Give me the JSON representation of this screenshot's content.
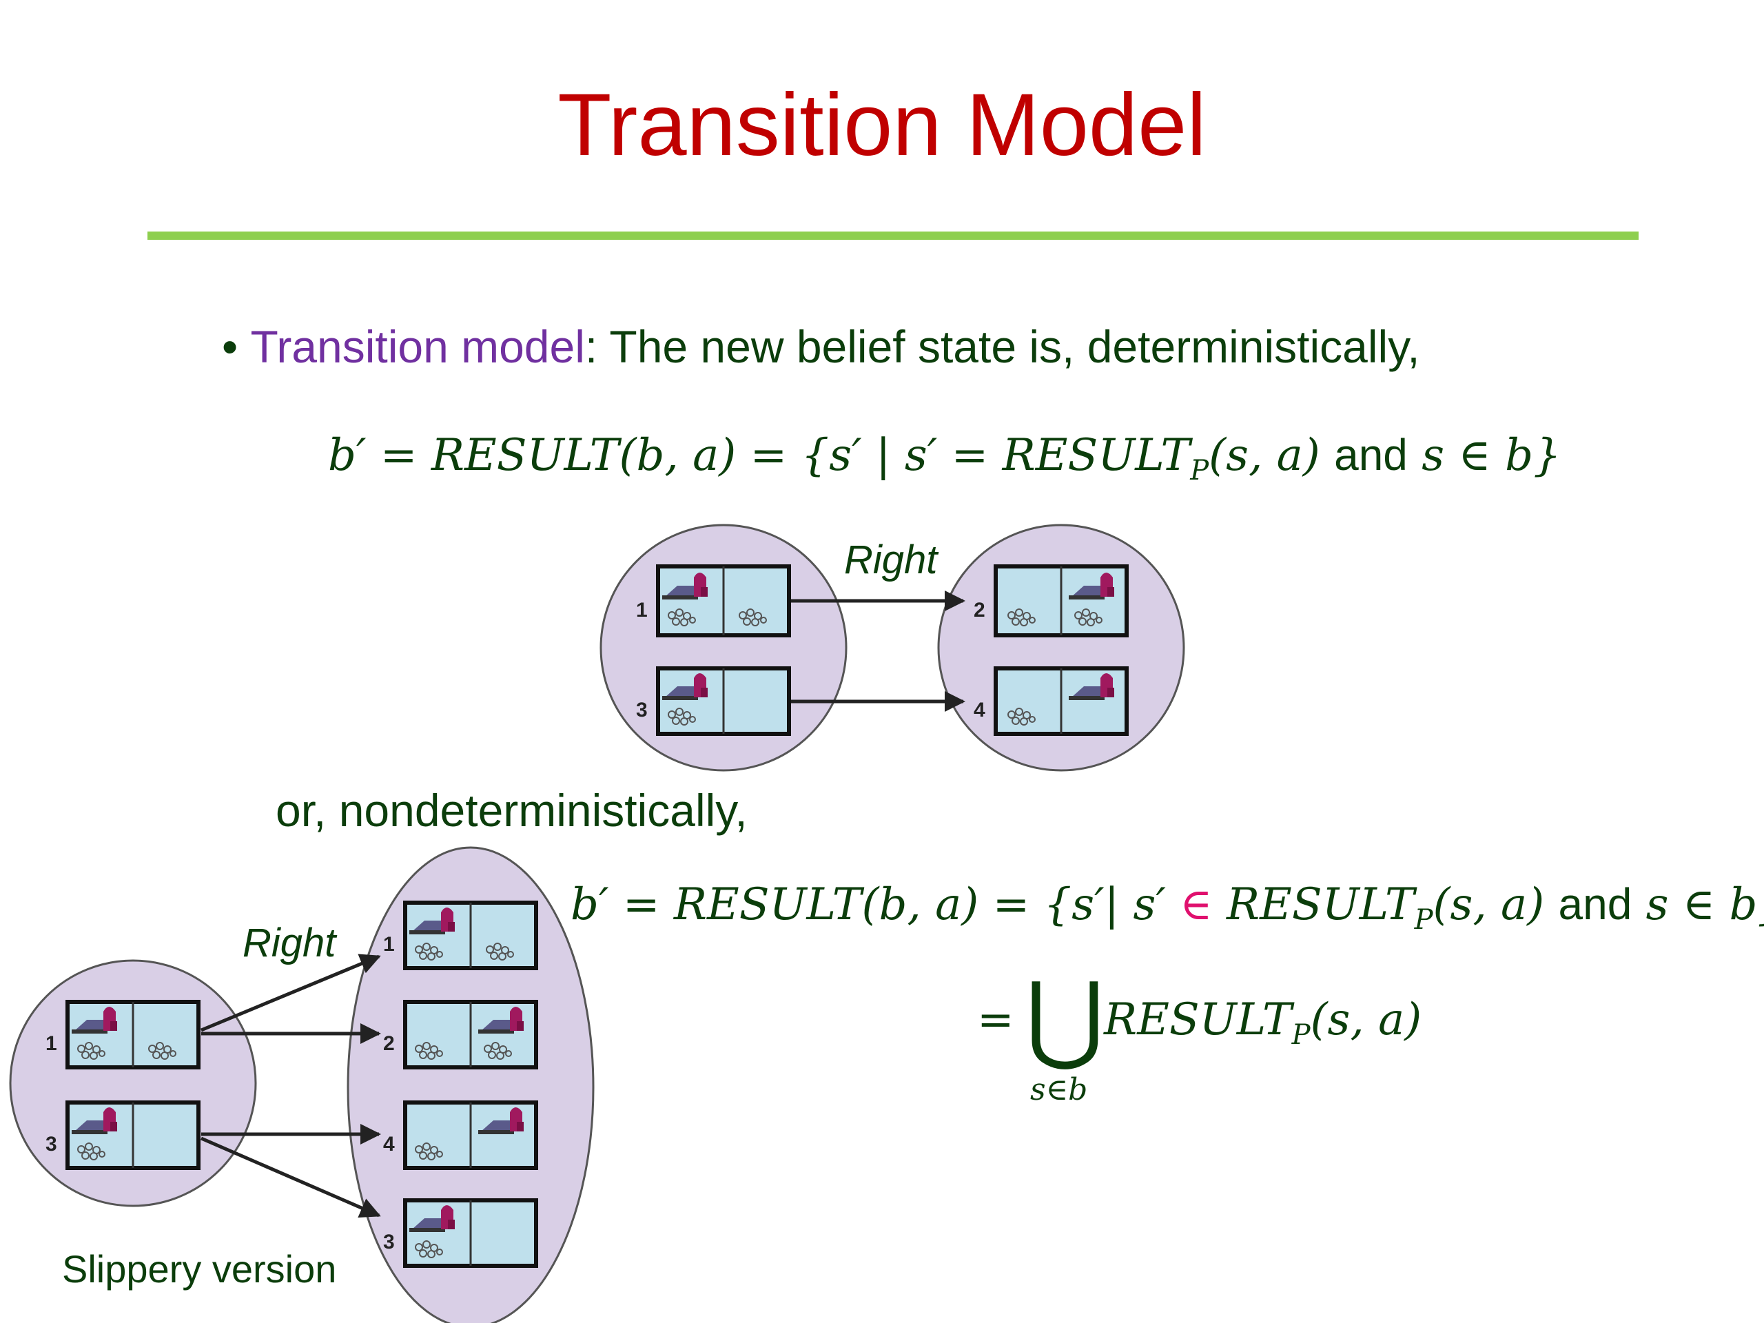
{
  "title": "Transition Model",
  "bullet": {
    "term": "Transition model",
    "rest": ":  The new belief state is, deterministically,"
  },
  "eq1": {
    "lhs": "b′ = RESULT(b, a) = {s′ | s′ = RESULT",
    "sub": "P",
    "mid": "(s, a) ",
    "and": "and",
    "tail": " s ∈ b}"
  },
  "or_text": "or, nondeterministically,",
  "eq2": {
    "lhs": "b′ = RESULT(b, a) = {s′| s′ ",
    "elem": "∈",
    "rhs": " RESULT",
    "sub": "P",
    "mid": "(s, a) ",
    "and": "and",
    "tail": " s ∈ b}"
  },
  "eq3": {
    "eq": "=",
    "union": "⋃",
    "under": "s∈b",
    "rhs": "RESULT",
    "sub": "P",
    "tail": "(s, a)"
  },
  "diagram1": {
    "action_label": "Right",
    "left_states": [
      "1",
      "3"
    ],
    "right_states": [
      "2",
      "4"
    ]
  },
  "diagram2": {
    "action_label": "Right",
    "left_states": [
      "1",
      "3"
    ],
    "right_states": [
      "1",
      "2",
      "4",
      "3"
    ],
    "caption": "Slippery version"
  },
  "colors": {
    "title": "#c00000",
    "rule": "#8ecf4f",
    "body_text": "#0b3d0b",
    "term": "#7030a0",
    "belief_fill": "#d9cfe6",
    "room_fill": "#bfe0ec",
    "highlight": "#e0106e"
  }
}
